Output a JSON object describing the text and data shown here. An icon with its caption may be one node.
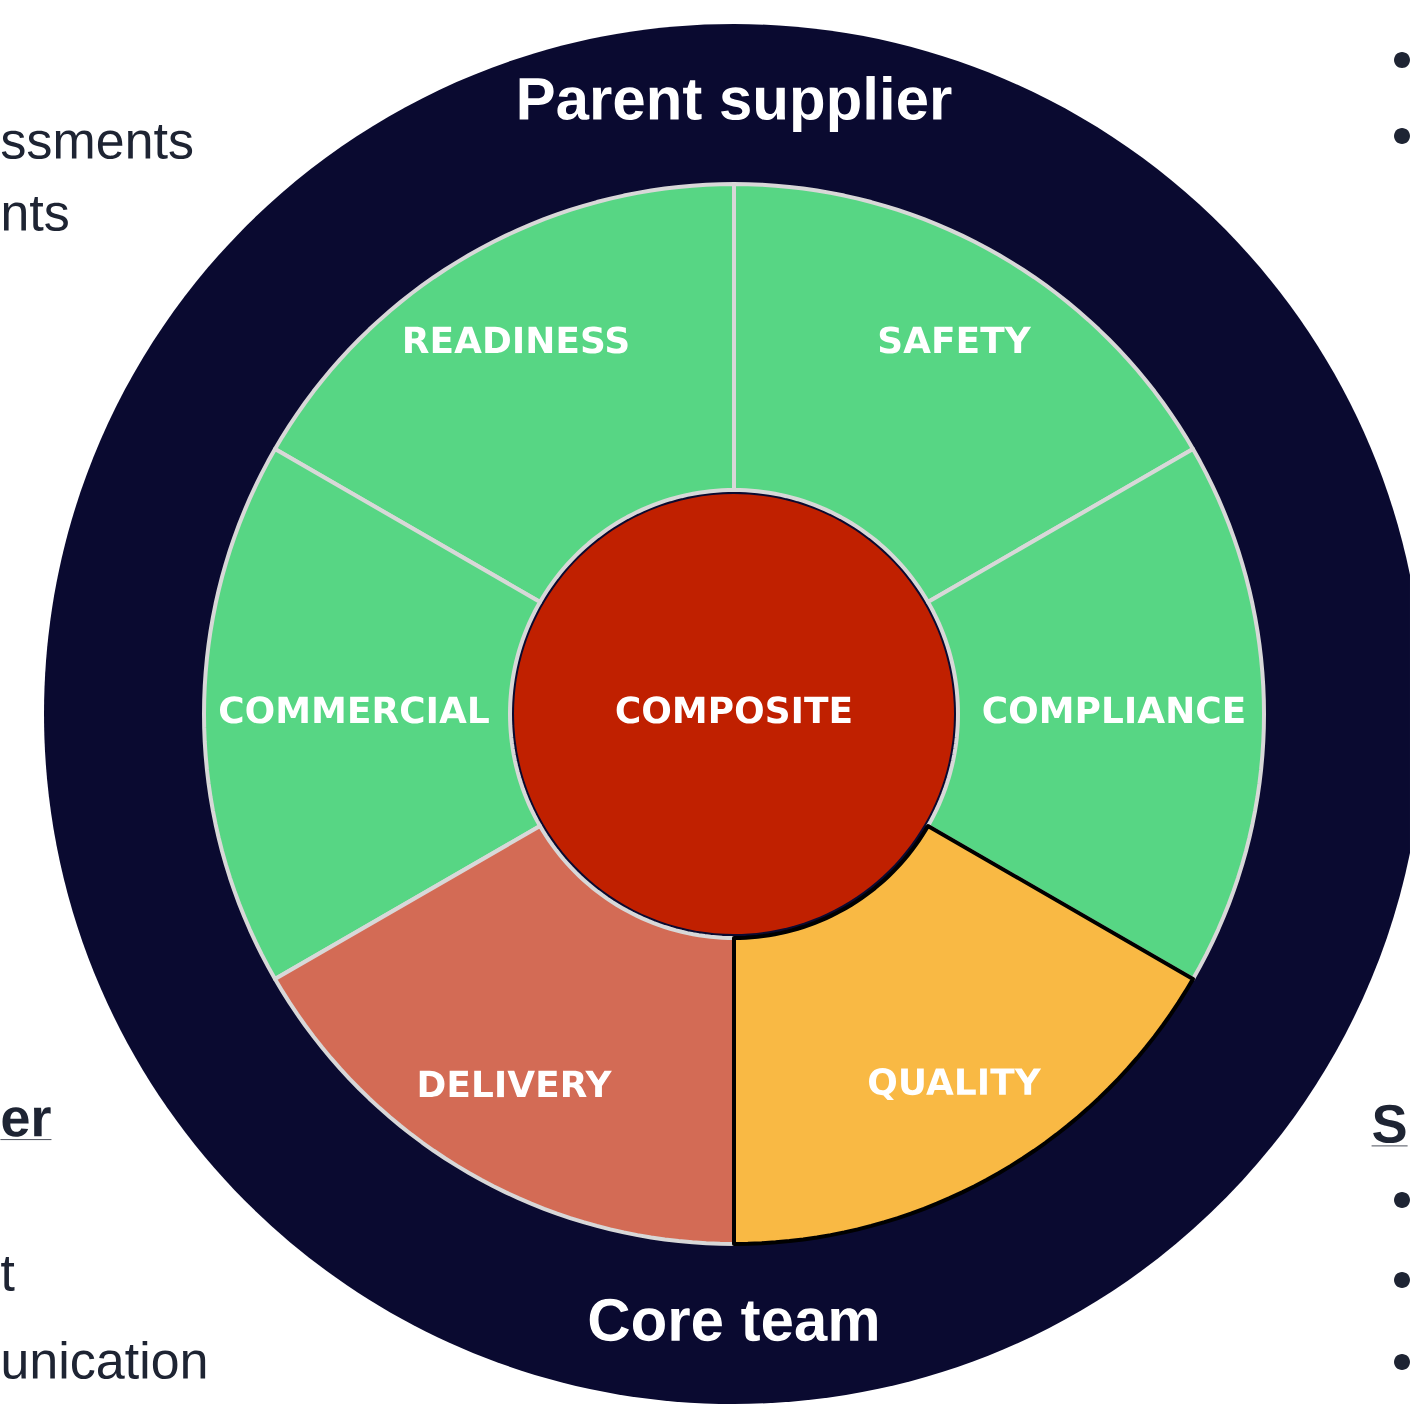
{
  "diagram": {
    "nodes": [
      {
        "text": [
          "Parent supplier",
          "Core team"
        ]
      },
      {
        "text": [
          "READINESS"
        ],
        "in": 0
      },
      {
        "text": [
          "SAFETY"
        ],
        "in": 0
      },
      {
        "text": [
          "COMMERCIAL"
        ],
        "in": 0
      },
      {
        "text": [
          "COMPOSITE"
        ],
        "in": 0
      },
      {
        "text": [
          "COMPLIANCE"
        ],
        "in": 0
      },
      {
        "text": [
          "DELIVERY"
        ],
        "in": 0
      },
      {
        "text": [
          "QUALITY"
        ],
        "in": 0
      }
    ],
    "labels": [
      "ssments",
      "nts",
      "er",
      "t",
      "unication",
      "S"
    ]
  }
}
